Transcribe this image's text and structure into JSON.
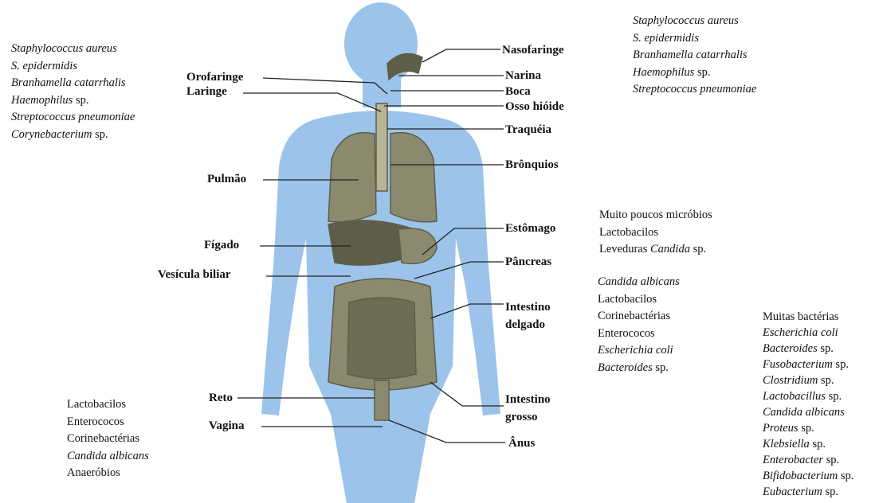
{
  "labels": {
    "nasofaringe": "Nasofaringe",
    "narina": "Narina",
    "boca": "Boca",
    "osso_hioide": "Osso hióide",
    "traqueia": "Traquéia",
    "bronquios": "Brônquios",
    "orofaringe": "Orofaringe",
    "laringe": "Laringe",
    "pulmao": "Pulmão",
    "figado": "Fígado",
    "vesicula_biliar": "Vesícula biliar",
    "estomago": "Estômago",
    "pancreas": "Pâncreas",
    "intestino_delgado_1": "Intestino",
    "intestino_delgado_2": "delgado",
    "reto": "Reto",
    "vagina": "Vagina",
    "intestino_grosso_1": "Intestino",
    "intestino_grosso_2": "grosso",
    "anus": "Ânus"
  },
  "lists": {
    "upper_left": [
      {
        "text": "Staphylococcus aureus",
        "italic": true
      },
      {
        "text": "S. epidermidis",
        "italic": true
      },
      {
        "text": "Branhamella catarrhalis",
        "italic": true
      },
      {
        "prefix": "Haemophilus",
        "suffix": " sp."
      },
      {
        "text": "Streptococcus pneumoniae",
        "italic": true
      },
      {
        "prefix": "Corynebacterium",
        "suffix": " sp."
      }
    ],
    "upper_right": [
      {
        "text": "Staphylococcus aureus",
        "italic": true
      },
      {
        "text": "S. epidermidis",
        "italic": true
      },
      {
        "text": "Branhamella catarrhalis",
        "italic": true
      },
      {
        "prefix": "Haemophilus",
        "suffix": " sp."
      },
      {
        "text": "Streptococcus pneumoniae",
        "italic": true
      }
    ],
    "stomach": [
      {
        "text": "Muito poucos micróbios"
      },
      {
        "text": "Lactobacilos"
      },
      {
        "text": "Leveduras  ",
        "tail_italic": "Candida",
        "tail_suffix": " sp."
      }
    ],
    "small_intestine": [
      {
        "text": "Candida albicans",
        "italic": true
      },
      {
        "text": "Lactobacilos"
      },
      {
        "text": "Corinebactérias"
      },
      {
        "text": "Enterococos"
      },
      {
        "text": "Escherichia coli",
        "italic": true
      },
      {
        "prefix": "Bacteroides",
        "suffix": " sp."
      }
    ],
    "vagina": [
      {
        "text": "Lactobacilos"
      },
      {
        "text": "Enterococos"
      },
      {
        "text": "Corinebactérias"
      },
      {
        "text": "Candida albicans",
        "italic": true
      },
      {
        "text": "Anaeróbios"
      }
    ],
    "large_intestine": [
      {
        "text": "Muitas bactérias"
      },
      {
        "text": "Escherichia coli",
        "italic": true
      },
      {
        "prefix": "Bacteroides",
        "suffix": " sp."
      },
      {
        "prefix": "Fusobacterium",
        "suffix": " sp."
      },
      {
        "prefix": "Clostridium",
        "suffix": " sp."
      },
      {
        "prefix": "Lactobacillus",
        "suffix": " sp."
      },
      {
        "text": "Candida albicans",
        "italic": true
      },
      {
        "prefix": "Proteus",
        "suffix": " sp."
      },
      {
        "prefix": "Klebsiella",
        "suffix": " sp."
      },
      {
        "prefix": "Enterobacter",
        "suffix": " sp."
      },
      {
        "prefix": "Bifidobacterium",
        "suffix": " sp."
      },
      {
        "prefix": "Eubacterium",
        "suffix": " sp."
      }
    ]
  },
  "colors": {
    "body": "#9cc3ea",
    "organ": "#8c8a6e",
    "organ_dark": "#5e5d48",
    "leader": "#222222"
  }
}
